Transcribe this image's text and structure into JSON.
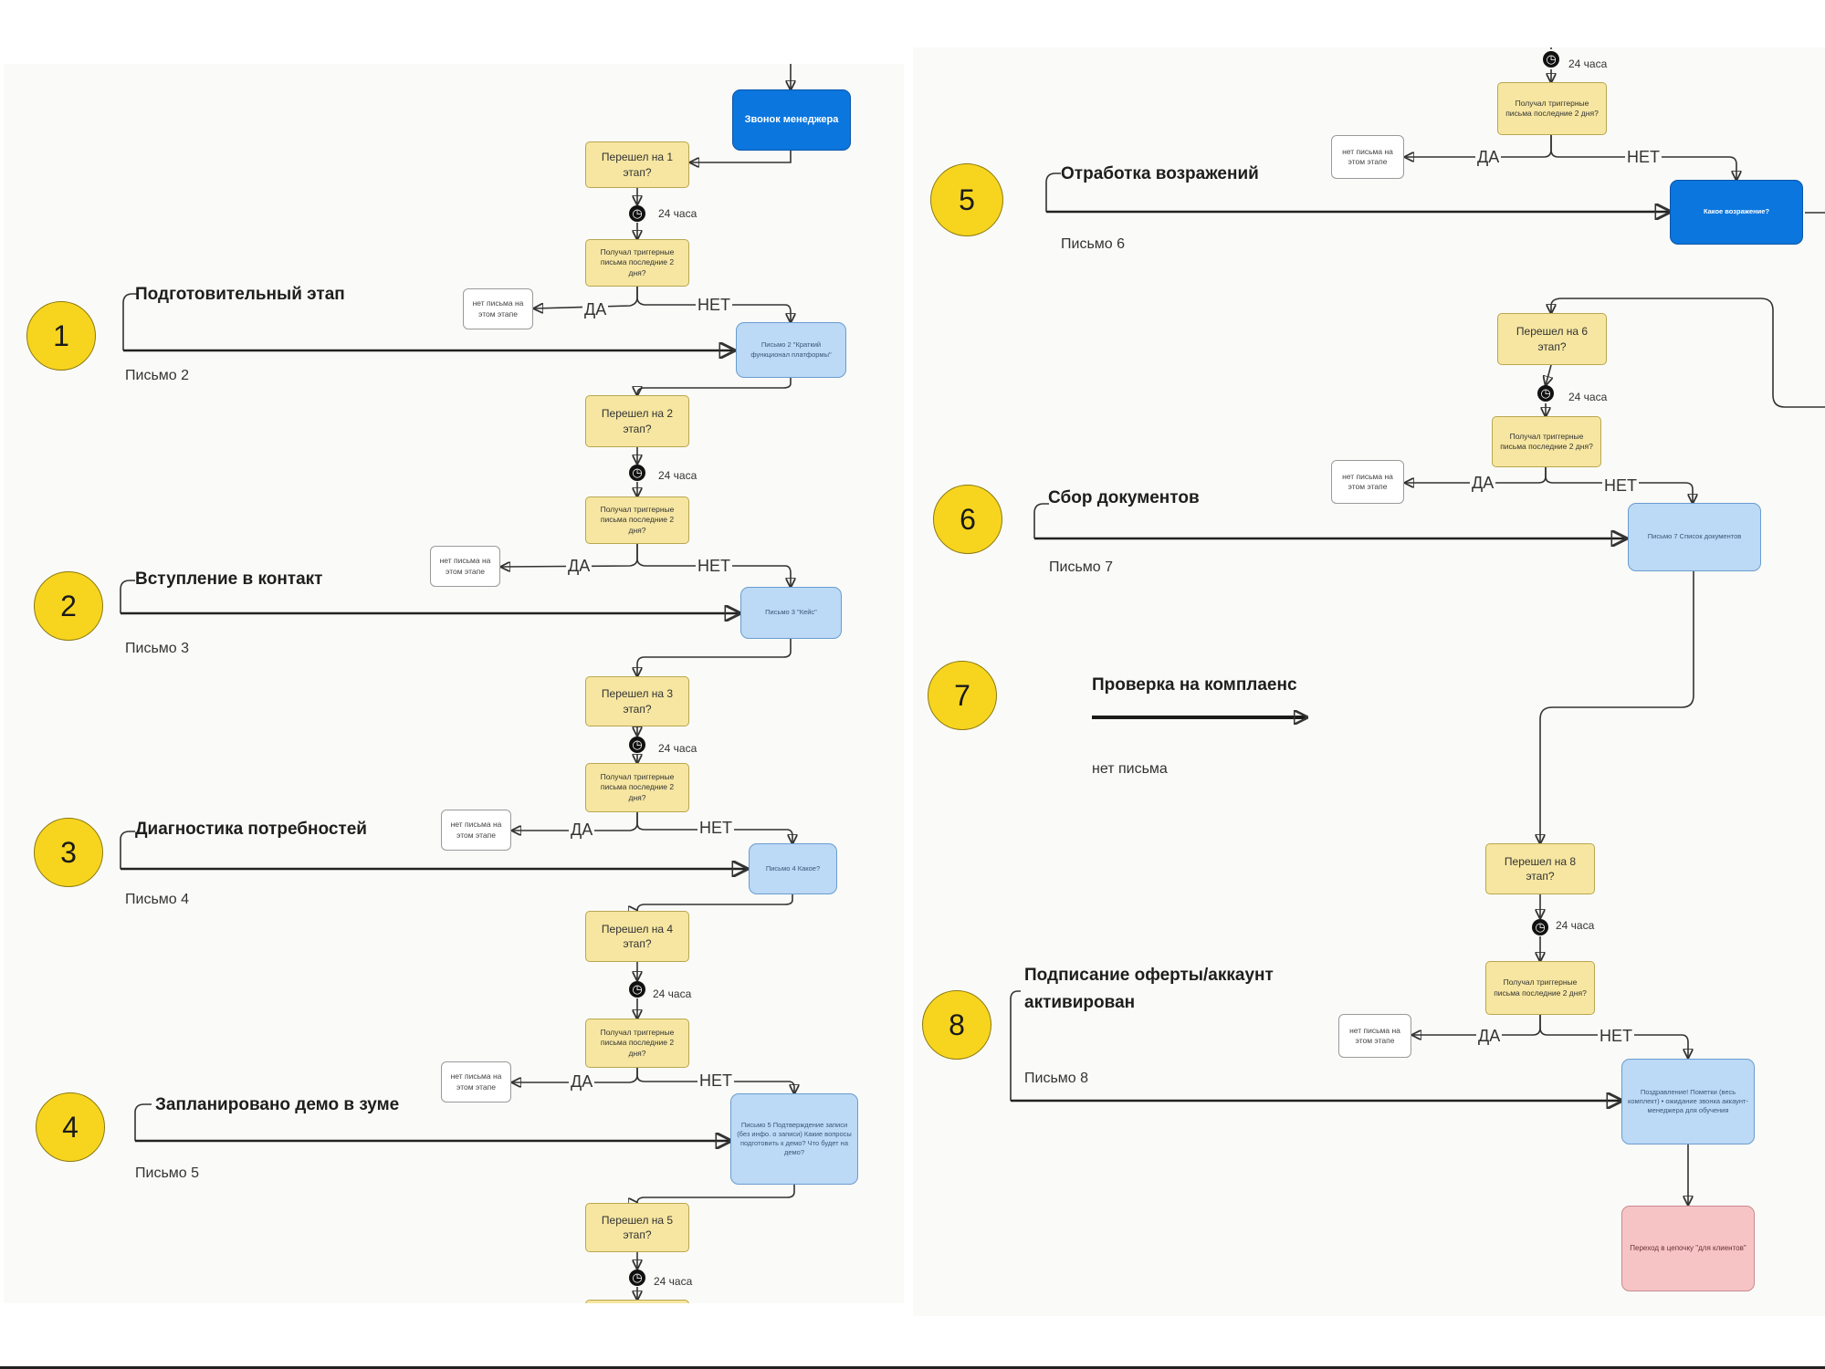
{
  "left": {
    "call_manager": "Звонок менеджера",
    "stages": [
      {
        "number": "1",
        "title": "Подготовительный этап",
        "letter": "Письмо 2",
        "moved_q": "Перешел на 1 этап?",
        "delay": "24 часа",
        "trigger_q": "Получал триггерные письма последние 2 дня?",
        "no_letter": "нет письма на этом этапе",
        "yes": "ДА",
        "no": "НЕТ",
        "email": "Письмо 2 \"Краткий функционал платформы\""
      },
      {
        "number": "2",
        "title": "Вступление в контакт",
        "letter": "Письмо 3",
        "moved_q": "Перешел на 2 этап?",
        "delay": "24 часа",
        "trigger_q": "Получал триггерные письма последние 2 дня?",
        "no_letter": "нет письма на этом этапе",
        "yes": "ДА",
        "no": "НЕТ",
        "email": "Письмо 3 \"Кейс\""
      },
      {
        "number": "3",
        "title": "Диагностика потребностей",
        "letter": "Письмо 4",
        "moved_q": "Перешел на 3 этап?",
        "delay": "24 часа",
        "trigger_q": "Получал триггерные письма последние 2 дня?",
        "no_letter": "нет письма на этом этапе",
        "yes": "ДА",
        "no": "НЕТ",
        "email": "Письмо 4 Какое?"
      },
      {
        "number": "4",
        "title": "Запланировано демо в зуме",
        "letter": "Письмо 5",
        "moved_q": "Перешел на 4 этап?",
        "delay": "24 часа",
        "trigger_q": "Получал триггерные письма последние 2 дня?",
        "no_letter": "нет письма на этом этапе",
        "yes": "ДА",
        "no": "НЕТ",
        "email": "Письмо 5 Подтверждение записи (без инфо. о записи) Какие вопросы подготовить к демо? Что будет на демо?"
      }
    ],
    "moved_5": "Перешел на 5 этап?",
    "delay_last": "24 часа"
  },
  "right": {
    "stage5": {
      "number": "5",
      "title": "Отработка возражений",
      "letter": "Письмо 6",
      "delay": "24 часа",
      "trigger_q": "Получал триггерные письма последние 2 дня?",
      "no_letter": "нет письма на этом этапе",
      "yes": "ДА",
      "no": "НЕТ",
      "email": "Какое возражение?"
    },
    "stage6": {
      "number": "6",
      "title": "Сбор документов",
      "letter": "Письмо 7",
      "moved_q": "Перешел на 6 этап?",
      "delay": "24 часа",
      "trigger_q": "Получал триггерные письма последние 2 дня?",
      "no_letter": "нет письма на этом этапе",
      "yes": "ДА",
      "no": "НЕТ",
      "email": "Письмо 7 Список документов"
    },
    "stage7": {
      "number": "7",
      "title": "Проверка на комплаенс",
      "letter": "нет письма"
    },
    "stage8": {
      "number": "8",
      "title": "Подписание оферты/аккаунт активирован",
      "letter": "Письмо 8",
      "moved_q": "Перешел на 8 этап?",
      "delay": "24 часа",
      "trigger_q": "Получал триггерные письма последние 2 дня?",
      "no_letter": "нет письма на этом этапе",
      "yes": "ДА",
      "no": "НЕТ",
      "email": "Поздравление! Пометки (весь комплект) • ожидание звонка аккаунт-менеджера для обучения",
      "final": "Переход в цепочку \"для клиентов\""
    }
  },
  "colors": {
    "circle": "#f7d51f",
    "decision": "#f6e6a1",
    "email": "#bcd9f5",
    "call": "#0a76de",
    "final": "#f7c4c6"
  }
}
